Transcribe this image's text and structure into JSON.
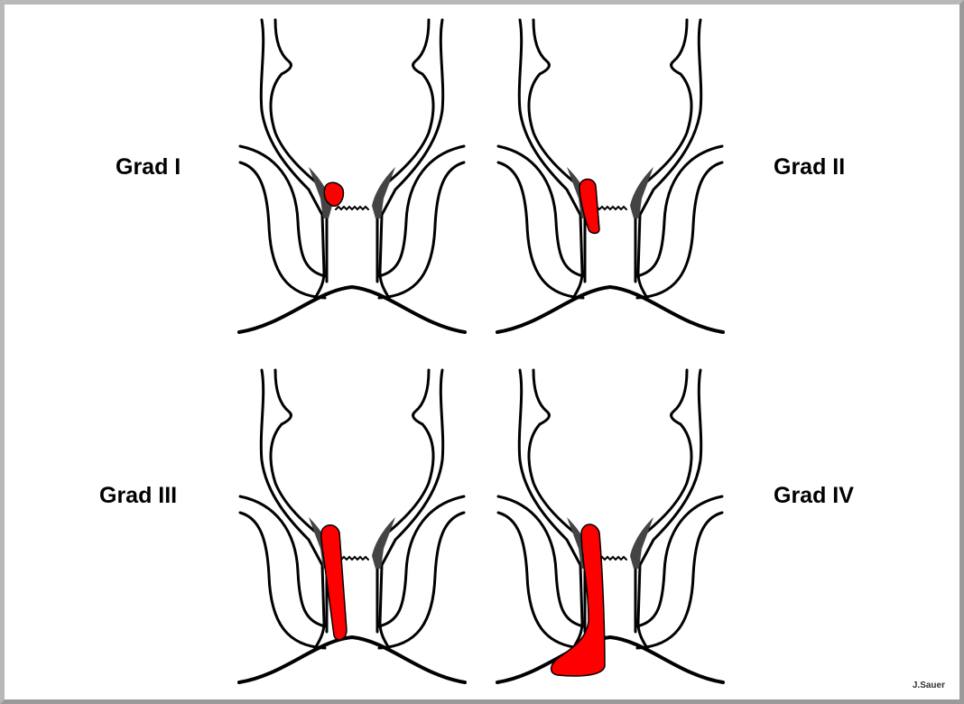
{
  "labels": [
    "Grad I",
    "Grad II",
    "Grad III",
    "Grad IV"
  ],
  "credit": "J.Sauer",
  "colors": {
    "hemorrhoid": "#ff0000",
    "line": "#000000"
  }
}
